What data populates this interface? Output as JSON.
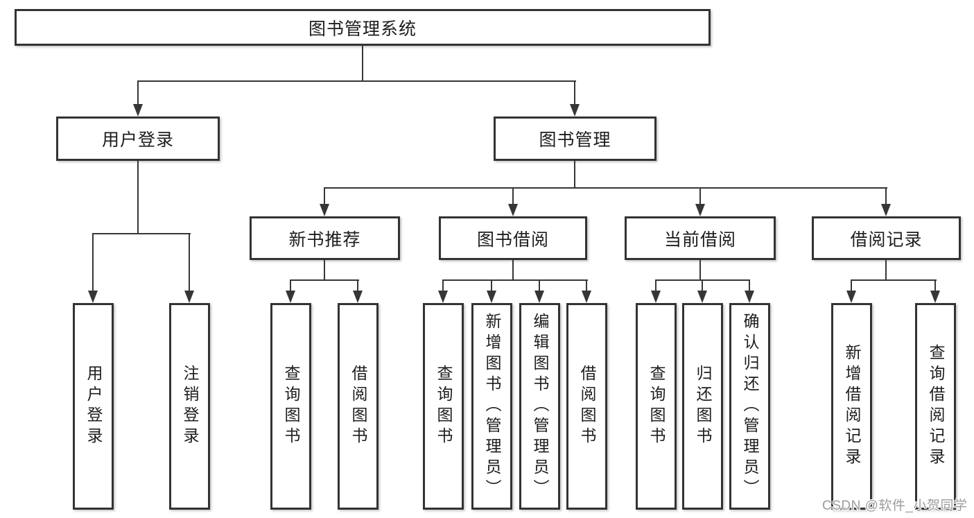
{
  "tree": {
    "root": {
      "label": "图书管理系统",
      "children": [
        {
          "label": "用户登录",
          "children": [
            {
              "label": "用户登录"
            },
            {
              "label": "注销登录"
            }
          ]
        },
        {
          "label": "图书管理",
          "children": [
            {
              "label": "新书推荐",
              "children": [
                {
                  "label": "查询图书"
                },
                {
                  "label": "借阅图书"
                }
              ]
            },
            {
              "label": "图书借阅",
              "children": [
                {
                  "label": "查询图书"
                },
                {
                  "label": "新增图书（管理员）"
                },
                {
                  "label": "编辑图书（管理员）"
                },
                {
                  "label": "借阅图书"
                }
              ]
            },
            {
              "label": "当前借阅",
              "children": [
                {
                  "label": "查询图书"
                },
                {
                  "label": "归还图书"
                },
                {
                  "label": "确认归还（管理员）"
                }
              ]
            },
            {
              "label": "借阅记录",
              "children": [
                {
                  "label": "新增借阅记录"
                },
                {
                  "label": "查询借阅记录"
                }
              ]
            }
          ]
        }
      ]
    }
  },
  "watermark": {
    "text": "CSDN @软件_小贺同学"
  },
  "colors": {
    "line": "#363636",
    "box_border": "#333333",
    "text": "#1d1d1d",
    "watermark": "#9c9c9c",
    "background": "#ffffff"
  }
}
